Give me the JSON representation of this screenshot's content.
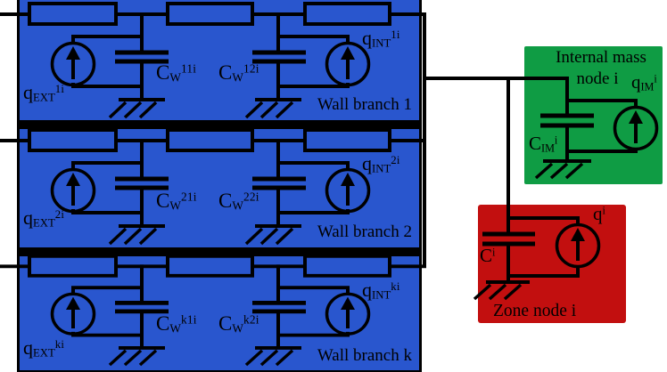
{
  "colors": {
    "wall_branch_fill": "#2956CE",
    "internal_mass_fill": "#0F9C44",
    "zone_fill": "#C20F0F",
    "ink": "#000000",
    "background": "#FFFFFF"
  },
  "wall_branches": [
    {
      "title": "Wall branch 1",
      "q_ext": {
        "base": "q",
        "sub": "EXT",
        "sup": "1i"
      },
      "cap_left": {
        "base": "C",
        "sub": "W",
        "sup": "11i"
      },
      "cap_right": {
        "base": "C",
        "sub": "W",
        "sup": "12i"
      },
      "q_int": {
        "base": "q",
        "sub": "INT",
        "sup": "1i"
      }
    },
    {
      "title": "Wall branch 2",
      "q_ext": {
        "base": "q",
        "sub": "EXT",
        "sup": "2i"
      },
      "cap_left": {
        "base": "C",
        "sub": "W",
        "sup": "21i"
      },
      "cap_right": {
        "base": "C",
        "sub": "W",
        "sup": "22i"
      },
      "q_int": {
        "base": "q",
        "sub": "INT",
        "sup": "2i"
      }
    },
    {
      "title": "Wall branch k",
      "q_ext": {
        "base": "q",
        "sub": "EXT",
        "sup": "ki"
      },
      "cap_left": {
        "base": "C",
        "sub": "W",
        "sup": "k1i"
      },
      "cap_right": {
        "base": "C",
        "sub": "W",
        "sup": "k2i"
      },
      "q_int": {
        "base": "q",
        "sub": "INT",
        "sup": "ki"
      }
    }
  ],
  "internal_mass": {
    "title_line1": "Internal mass",
    "title_line2": "node i",
    "capacitor": {
      "base": "C",
      "sub": "IM",
      "sup": "i"
    },
    "source": {
      "base": "q",
      "sub": "IM",
      "sup": "i"
    }
  },
  "zone": {
    "title": "Zone node i",
    "capacitor": {
      "base": "C",
      "sup": "i"
    },
    "source": {
      "base": "q",
      "sup": "i"
    }
  }
}
